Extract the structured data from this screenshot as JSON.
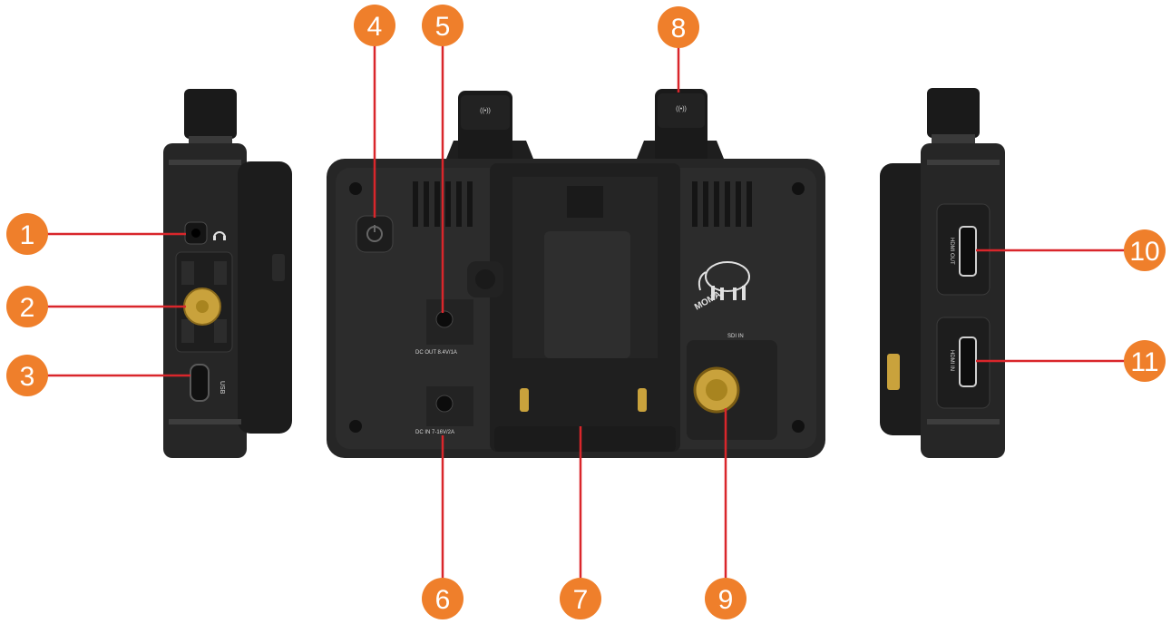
{
  "colors": {
    "callout_fill": "#EF7F2B",
    "leader_line": "#D9262B",
    "device_body": "#262626",
    "device_panel": "#2f2f2f",
    "brass": "#C9A23C"
  },
  "device_text": {
    "usb": "USB",
    "dc_out": "DC OUT 8.4V/1A",
    "dc_in": "DC IN 7-16V/2A",
    "sdi_in": "SDI IN",
    "hdmi_out": "HDMI OUT",
    "hdmi_in": "HDMI IN",
    "brand": "MOMA",
    "antenna_symbol": "((•))"
  },
  "icons": [
    "headphone-icon",
    "power-button-icon",
    "mammoth-logo-icon",
    "antenna-symbol-icon"
  ],
  "callouts": [
    "1",
    "2",
    "3",
    "4",
    "5",
    "6",
    "7",
    "8",
    "9",
    "10",
    "11"
  ]
}
